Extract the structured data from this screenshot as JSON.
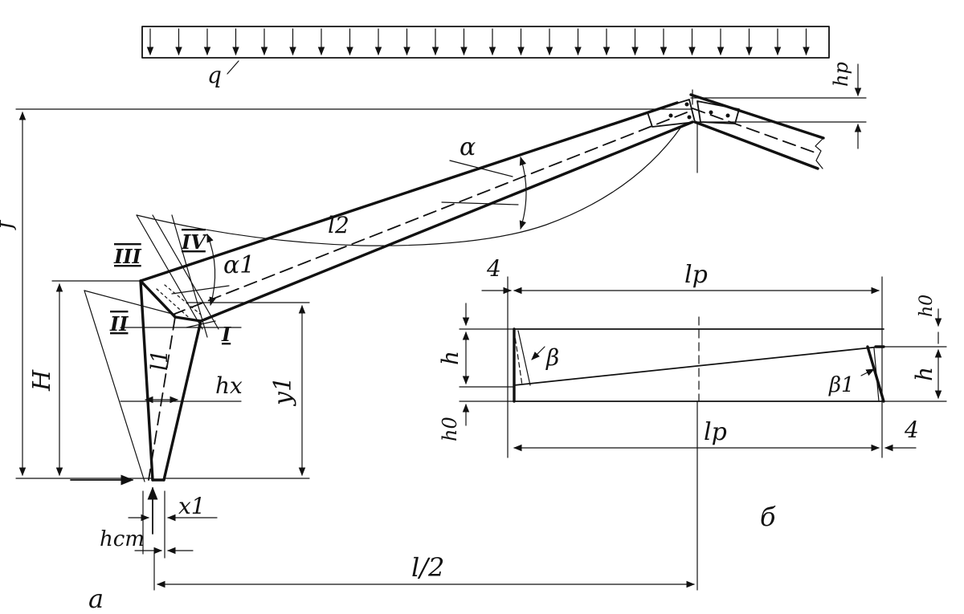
{
  "labels": {
    "q": "q",
    "h_p": "hp",
    "f": "f",
    "alpha": "α",
    "l2": "l2",
    "alpha1": "α1",
    "sec_III": "III",
    "sec_IV": "IV",
    "sec_II": "II",
    "sec_I": "I",
    "l1": "l1",
    "H": "H",
    "h_x": "hx",
    "y1": "y1",
    "x1": "x1",
    "h_cm": "hcm",
    "l_half": "l/2",
    "fig_a": "а",
    "l_p_top": "lp",
    "l_p_bottom": "lp",
    "h0_right": "h0",
    "h0_left": "h0",
    "h_left": "h",
    "h_right": "h",
    "beta": "β",
    "beta1": "β1",
    "four_left": "4",
    "four_right": "4",
    "fig_b": "б"
  }
}
